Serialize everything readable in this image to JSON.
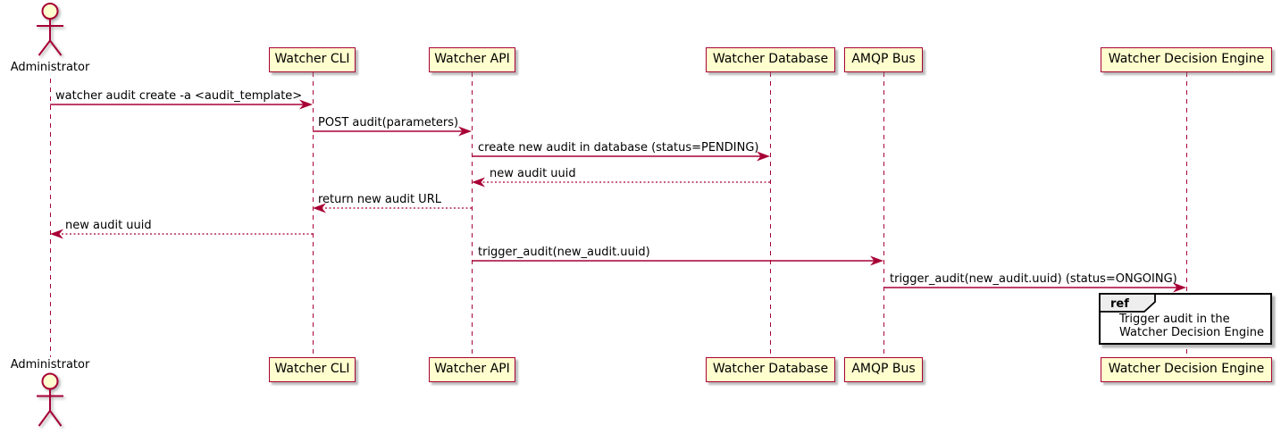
{
  "diagram_type": "sequence-diagram",
  "actor": {
    "label": "Administrator"
  },
  "participants": [
    {
      "id": "watcher-cli",
      "label": "Watcher CLI"
    },
    {
      "id": "watcher-api",
      "label": "Watcher API"
    },
    {
      "id": "watcher-database",
      "label": "Watcher Database"
    },
    {
      "id": "amqp-bus",
      "label": "AMQP Bus"
    },
    {
      "id": "watcher-decision-engine",
      "label": "Watcher Decision Engine"
    }
  ],
  "messages": [
    {
      "from": "Administrator",
      "to": "Watcher CLI",
      "style": "solid",
      "text": "watcher audit create -a <audit_template>"
    },
    {
      "from": "Watcher CLI",
      "to": "Watcher API",
      "style": "solid",
      "text": "POST audit(parameters)"
    },
    {
      "from": "Watcher API",
      "to": "Watcher Database",
      "style": "solid",
      "text": "create new audit in database (status=PENDING)"
    },
    {
      "from": "Watcher Database",
      "to": "Watcher API",
      "style": "dotted",
      "text": "new audit uuid"
    },
    {
      "from": "Watcher API",
      "to": "Watcher CLI",
      "style": "dotted",
      "text": "return new audit URL"
    },
    {
      "from": "Watcher CLI",
      "to": "Administrator",
      "style": "dotted",
      "text": "new audit uuid"
    },
    {
      "from": "Watcher API",
      "to": "AMQP Bus",
      "style": "solid",
      "text": "trigger_audit(new_audit.uuid)"
    },
    {
      "from": "AMQP Bus",
      "to": "Watcher Decision Engine",
      "style": "solid",
      "text": "trigger_audit(new_audit.uuid) (status=ONGOING)"
    }
  ],
  "ref": {
    "keyword": "ref",
    "over": "Watcher Decision Engine",
    "line1": "Trigger audit in the",
    "line2": "Watcher Decision Engine"
  },
  "colors": {
    "participant_fill": "#FEFECE",
    "stroke": "#A80036",
    "ref_tab_fill": "#EEEEEE",
    "ref_border": "#000000",
    "text": "#000000"
  }
}
